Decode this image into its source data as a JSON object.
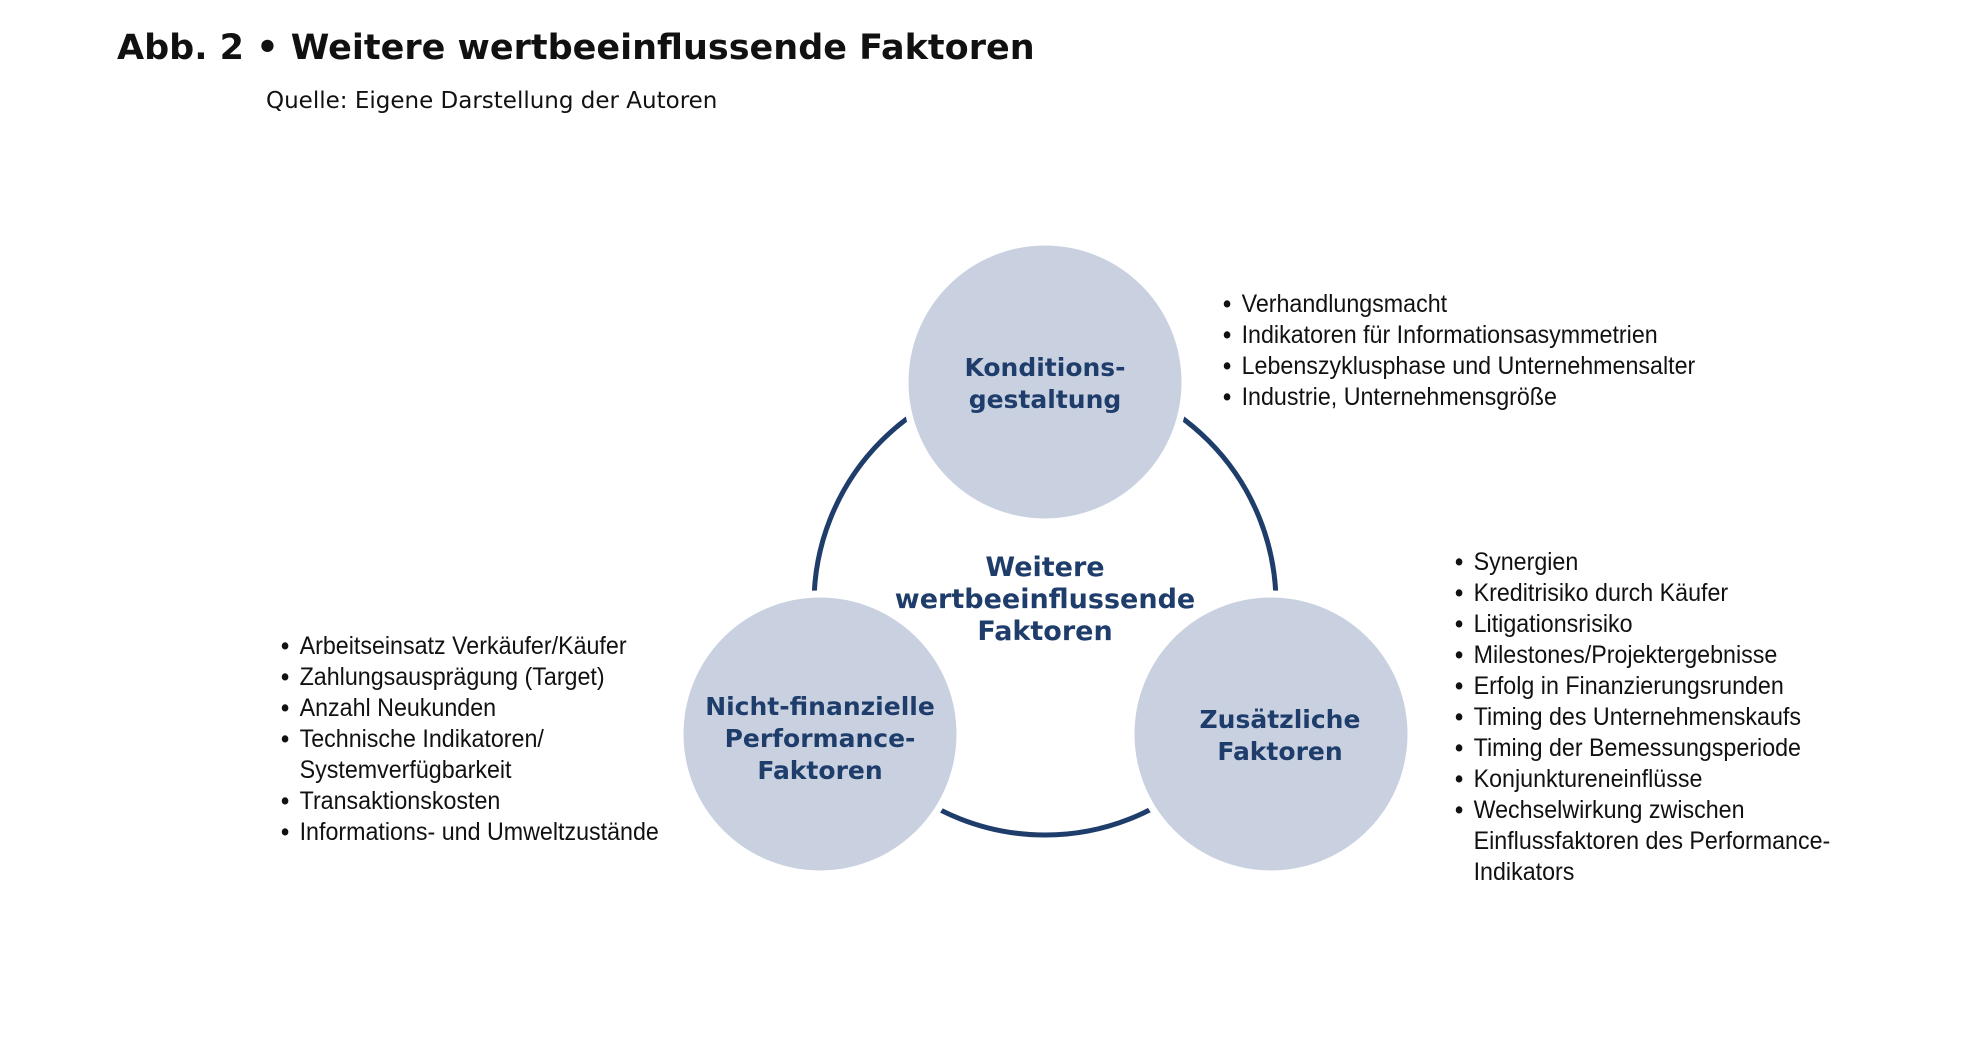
{
  "figure": {
    "title": "Abb. 2 • Weitere wertbeeinflussende Faktoren",
    "source": "Quelle: Eigene Darstellung der Autoren"
  },
  "colors": {
    "circle_fill": "#c9d1e1",
    "ring_stroke": "#1f3d6b",
    "label_text": "#1f3d6b"
  },
  "center": {
    "label": "Weitere\nwertbeeinflussende\nFaktoren"
  },
  "nodes": {
    "top": {
      "label": "Konditions-\ngestaltung",
      "items": [
        "Verhandlungsmacht",
        "Indikatoren für Informationsasymmetrien",
        "Lebenszyklusphase und Unternehmensalter",
        "Industrie, Unternehmensgröße"
      ]
    },
    "right": {
      "label": "Zusätzliche\nFaktoren",
      "items": [
        "Synergien",
        "Kreditrisiko durch Käufer",
        "Litigationsrisiko",
        "Milestones/Projektergebnisse",
        "Erfolg in Finanzierungsrunden",
        "Timing des Unternehmenskaufs",
        "Timing der Bemessungsperiode",
        "Konjunktureneinflüsse",
        "Wechselwirkung zwischen\nEinflussfaktoren des Performance-\nIndikators"
      ]
    },
    "left": {
      "label": "Nicht-finanzielle\nPerformance-\nFaktoren",
      "items": [
        "Arbeitseinsatz Verkäufer/Käufer",
        "Zahlungsausprägung (Target)",
        "Anzahl Neukunden",
        "Technische Indikatoren/\nSystemverfügbarkeit",
        "Transaktionskosten",
        "Informations- und Umweltzustände"
      ]
    }
  }
}
